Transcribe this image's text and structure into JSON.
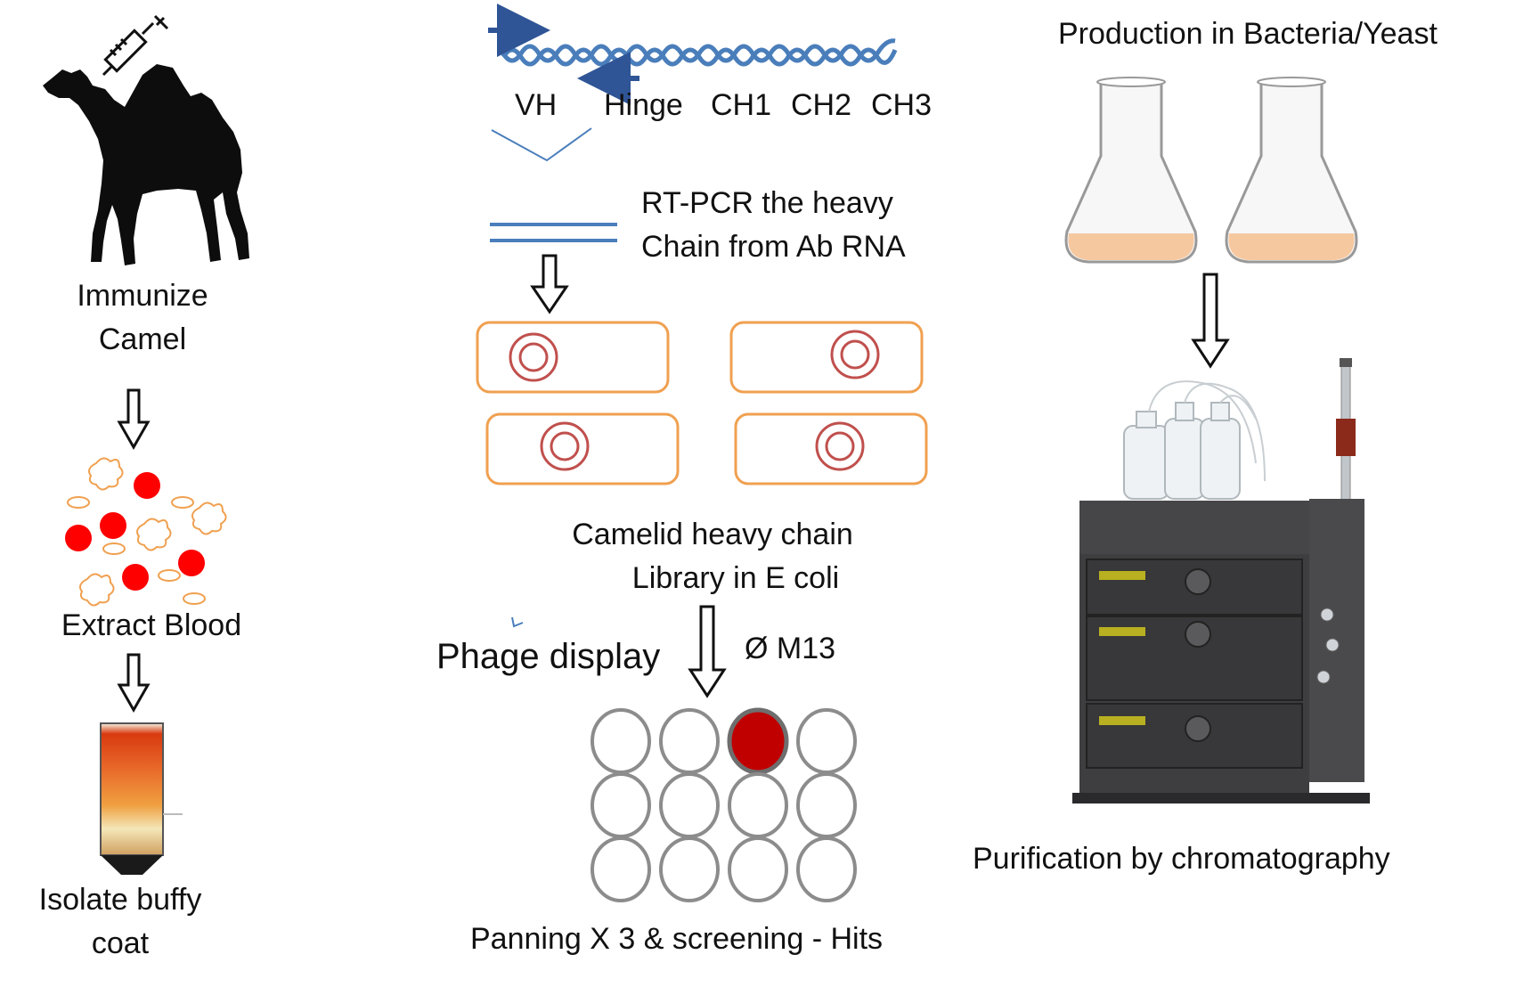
{
  "left_column": {
    "immunize_line1": "Immunize",
    "immunize_line2": "Camel",
    "extract_blood": "Extract Blood",
    "isolate_line1": "Isolate buffy",
    "isolate_line2": "coat"
  },
  "middle_column": {
    "gene_segments": [
      "VH",
      "Hinge",
      "CH1",
      "CH2",
      "CH3"
    ],
    "rtpcr_line1": "RT-PCR the heavy",
    "rtpcr_line2": "Chain from Ab RNA",
    "library_line1": "Camelid heavy chain",
    "library_line2": "Library in E coli",
    "phage_display": "Phage display",
    "phage_name": "Ø M13",
    "panning": "Panning X 3 & screening - Hits",
    "well_grid": {
      "rows": 3,
      "cols": 4,
      "hit_row": 1,
      "hit_col": 3
    }
  },
  "right_column": {
    "production": "Production in Bacteria/Yeast",
    "purification": "Purification by chromatography"
  },
  "colors": {
    "dna_blue": "#4a7ebb",
    "cell_orange": "#f0a050",
    "plasmid_red": "#c0504d",
    "blood_red": "#ff0000",
    "hit_red": "#c00000",
    "well_gray": "#8c8c8c",
    "culture_peach": "#f6c8a0"
  }
}
